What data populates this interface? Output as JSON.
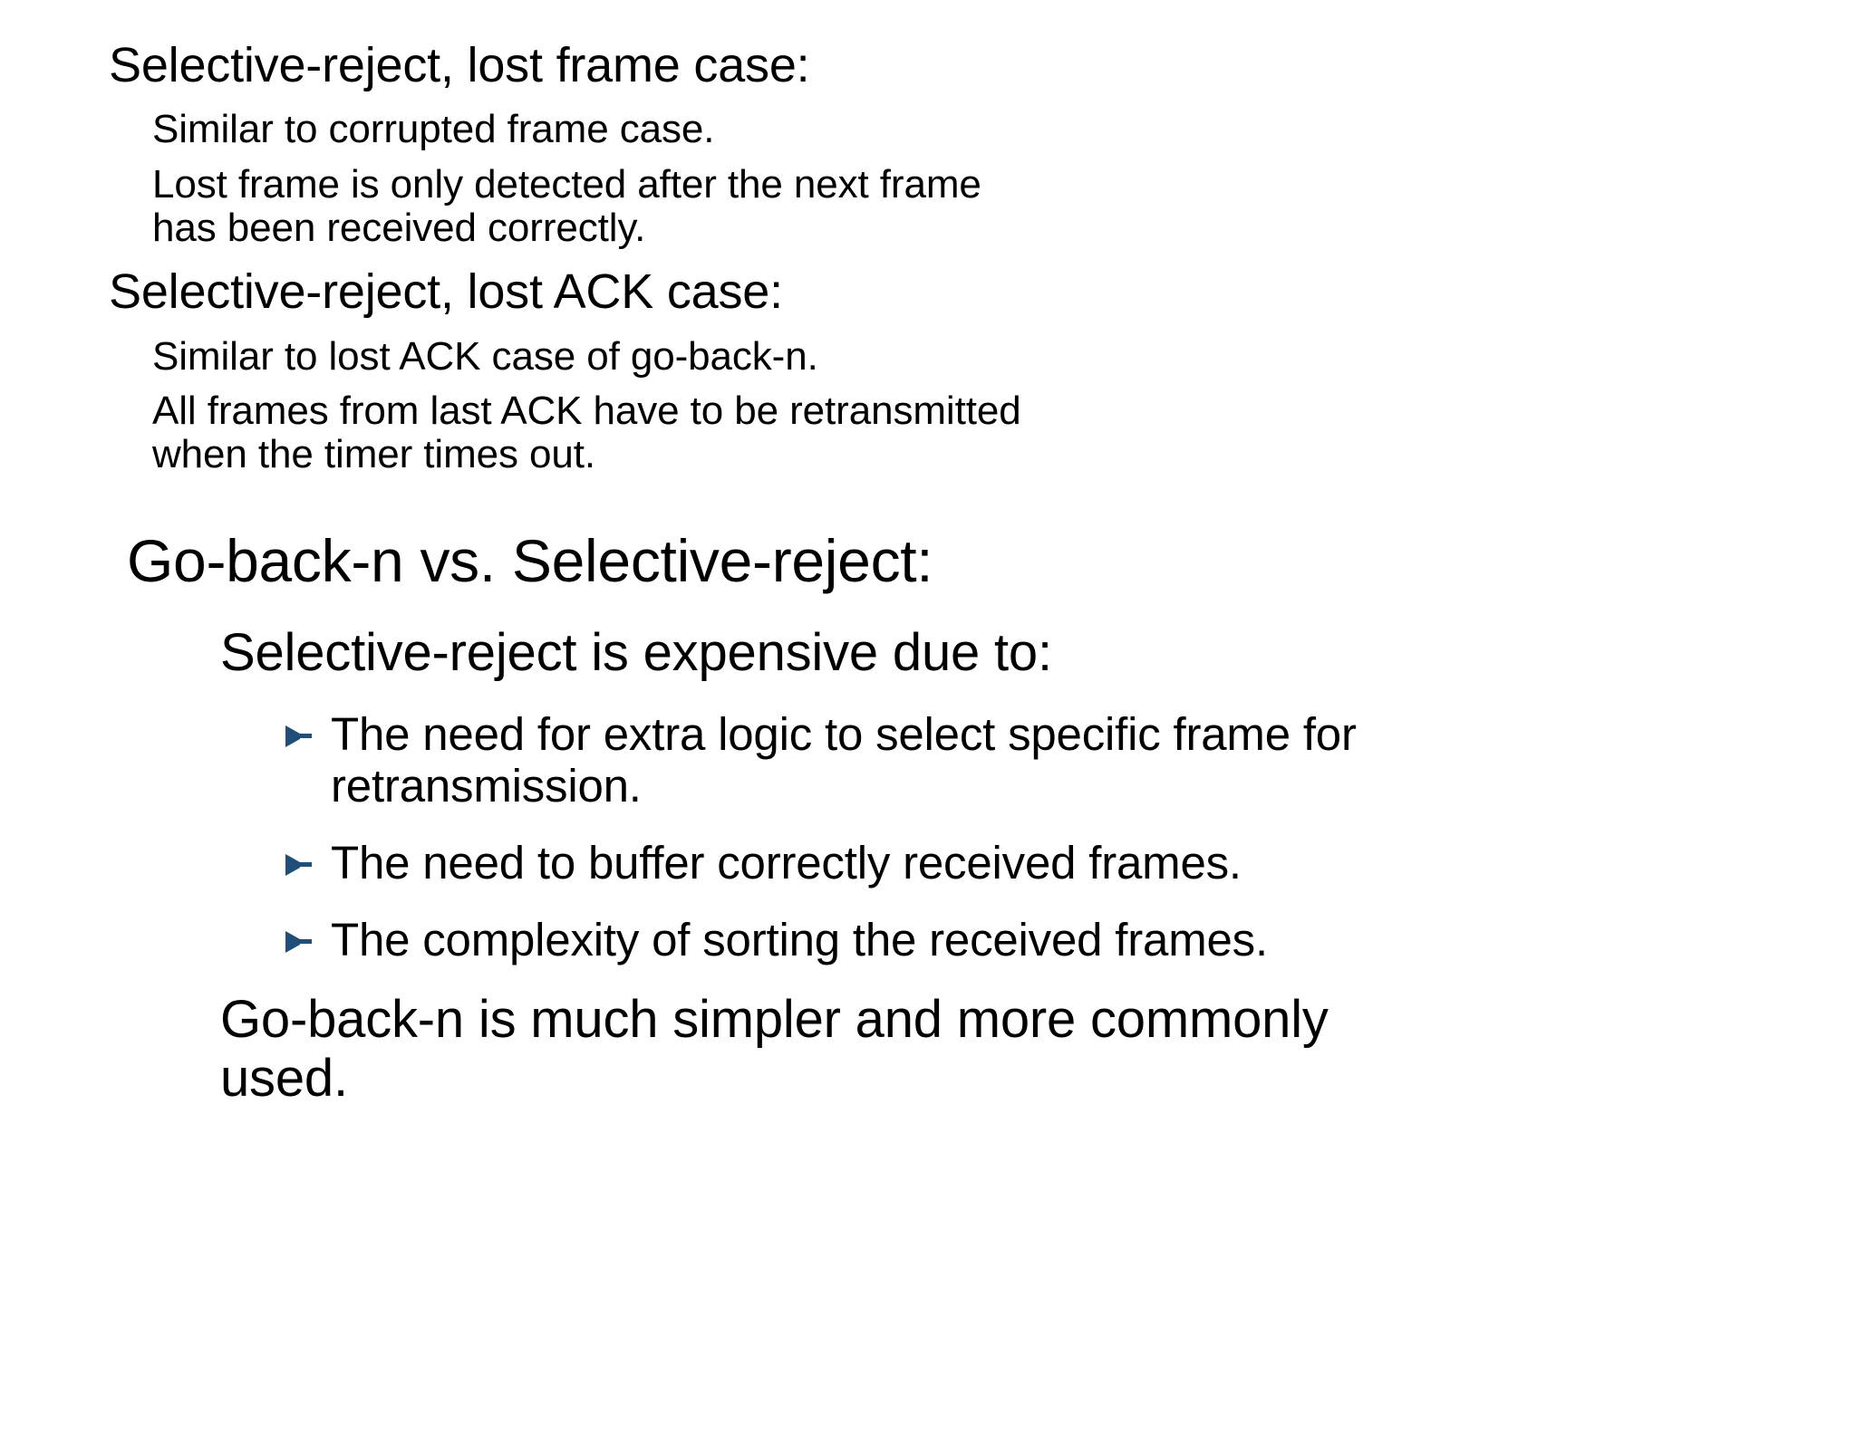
{
  "slide": {
    "background_color": "#FFFFFF",
    "text_color": "#000000",
    "bullet_colors": {
      "level1_square": "#FF0000",
      "level2_dot": "#6A6AE0",
      "level3_triangle": "#1F4E79"
    },
    "blocks": [
      {
        "id": "lost-frame-case",
        "heading": "Selective-reject, lost frame case:",
        "sub_bullets": [
          "Similar to corrupted frame case.",
          "Lost frame is only detected after the next frame\nhas been received correctly."
        ]
      },
      {
        "id": "lost-ack-case",
        "heading": "Selective-reject, lost ACK case:",
        "sub_bullets": [
          "Similar to lost ACK case of go-back-n.",
          "All frames from last ACK have to be retransmitted\nwhen the timer times out."
        ]
      },
      {
        "id": "comparison",
        "heading": "Go-back-n vs. Selective-reject:",
        "sub_bullets": [
          "Selective-reject is expensive due to:",
          "Go-back-n is much simpler and more commonly\nused."
        ],
        "sub_sub_bullets": [
          "The need for extra logic to select specific frame for\nretransmission.",
          "The need to buffer correctly received frames.",
          "The complexity of sorting the received frames."
        ]
      }
    ]
  }
}
